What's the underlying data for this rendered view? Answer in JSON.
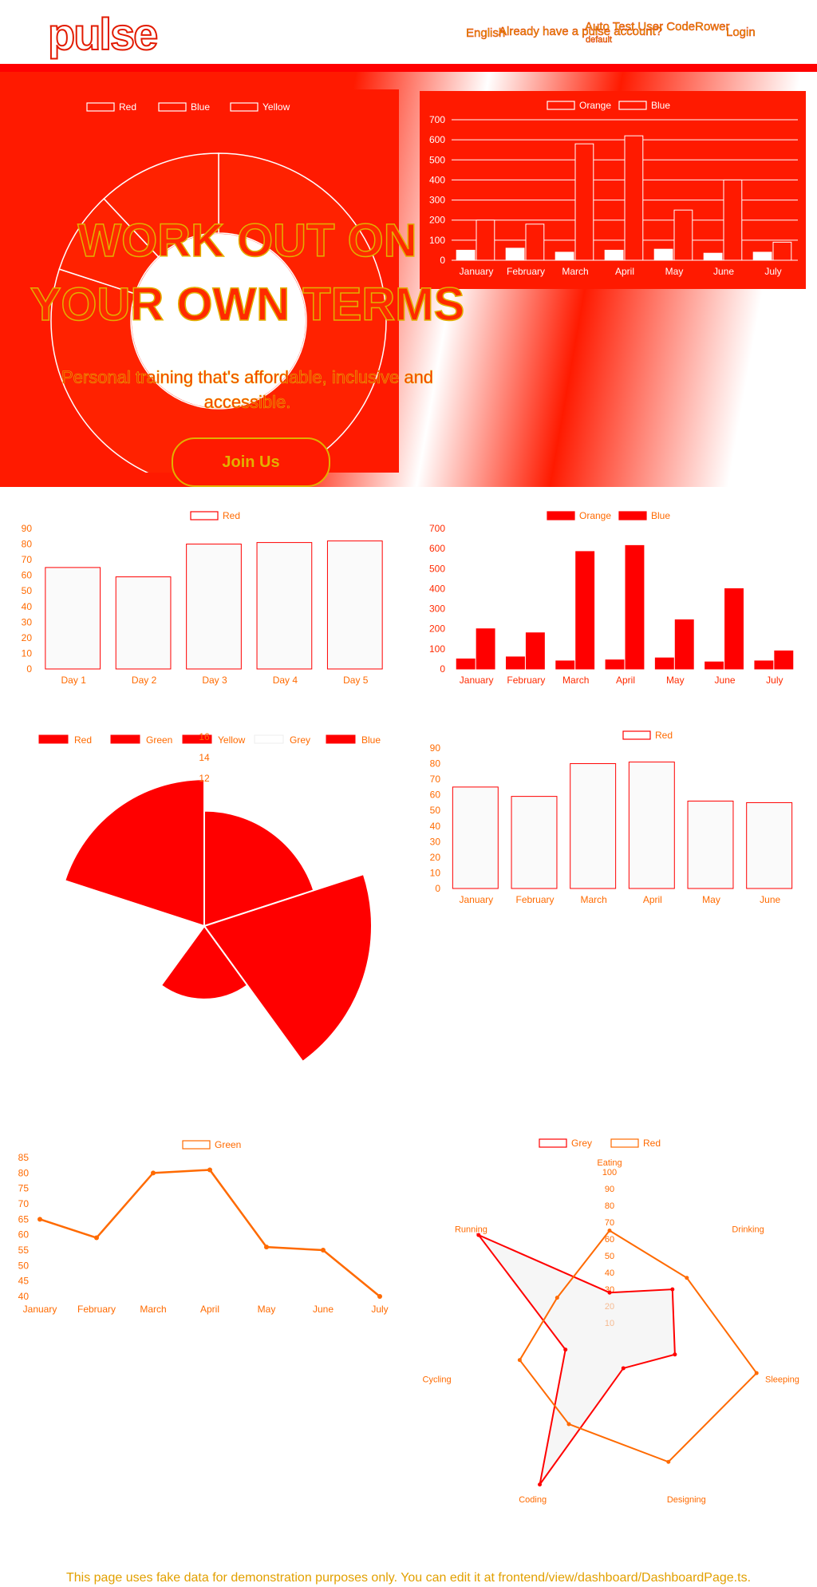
{
  "header": {
    "logo": "pulse",
    "language": "English",
    "account_prompt": "Already have a pulse account?",
    "user_name": "Auto Test User CodeRower",
    "user_role": "default",
    "login": "Login"
  },
  "hero": {
    "title_line1": "WORK OUT ON",
    "title_line2": "YOUR OWN TERMS",
    "subtitle_line1": "Personal training that's affordable, inclusive and",
    "subtitle_line2": "accessible.",
    "cta": "Join Us"
  },
  "colors": {
    "red": "#ff0000",
    "yellow": "#e2b000",
    "orange": "#ff6a00",
    "grey": "#f5f5f5"
  },
  "footer": {
    "text": "This page uses fake data for demonstration purposes only. You can edit it at frontend/view/dashboard/DashboardPage.ts."
  },
  "chart_data": [
    {
      "type": "pie",
      "chart": "donut",
      "legend": [
        "Red",
        "Blue",
        "Yellow"
      ],
      "values": [
        80,
        8,
        12
      ]
    },
    {
      "type": "bar",
      "legend": [
        "Orange",
        "Blue"
      ],
      "categories": [
        "January",
        "February",
        "March",
        "April",
        "May",
        "June",
        "July"
      ],
      "series": [
        {
          "name": "Orange",
          "values": [
            50,
            60,
            40,
            50,
            55,
            35,
            40
          ]
        },
        {
          "name": "Blue",
          "values": [
            200,
            180,
            580,
            620,
            250,
            400,
            90
          ]
        }
      ],
      "ylim": [
        0,
        700
      ],
      "yticks": [
        0,
        100,
        200,
        300,
        400,
        500,
        600,
        700
      ]
    },
    {
      "type": "bar",
      "legend": [
        "Red"
      ],
      "categories": [
        "Day 1",
        "Day 2",
        "Day 3",
        "Day 4",
        "Day 5"
      ],
      "values": [
        65,
        59,
        80,
        81,
        82
      ],
      "ylim": [
        0,
        90
      ],
      "yticks": [
        0,
        10,
        20,
        30,
        40,
        50,
        60,
        70,
        80,
        90
      ]
    },
    {
      "type": "bar",
      "legend": [
        "Orange",
        "Blue"
      ],
      "categories": [
        "January",
        "February",
        "March",
        "April",
        "May",
        "June",
        "July"
      ],
      "series": [
        {
          "name": "Orange",
          "values": [
            50,
            60,
            40,
            45,
            55,
            35,
            40
          ]
        },
        {
          "name": "Blue",
          "values": [
            200,
            180,
            585,
            615,
            245,
            400,
            90
          ]
        }
      ],
      "ylim": [
        0,
        700
      ],
      "yticks": [
        0,
        100,
        200,
        300,
        400,
        500,
        600,
        700
      ]
    },
    {
      "type": "polarArea",
      "legend": [
        "Red",
        "Green",
        "Yellow",
        "Grey",
        "Blue"
      ],
      "values": [
        11,
        16,
        7,
        3,
        14
      ],
      "colors": [
        "#ff0000",
        "#ff0000",
        "#ff0000",
        "#ffffff",
        "#ff0000"
      ],
      "rticks": [
        "12",
        "14",
        "16"
      ]
    },
    {
      "type": "bar",
      "legend": [
        "Red"
      ],
      "categories": [
        "January",
        "February",
        "March",
        "April",
        "May",
        "June"
      ],
      "values": [
        65,
        59,
        80,
        81,
        56,
        55
      ],
      "ylim": [
        0,
        90
      ],
      "yticks": [
        0,
        10,
        20,
        30,
        40,
        50,
        60,
        70,
        80,
        90
      ]
    },
    {
      "type": "line",
      "legend": [
        "Green"
      ],
      "categories": [
        "January",
        "February",
        "March",
        "April",
        "May",
        "June",
        "July"
      ],
      "values": [
        65,
        59,
        80,
        81,
        56,
        55,
        40
      ],
      "ylim": [
        40,
        85
      ],
      "yticks": [
        40,
        45,
        50,
        55,
        60,
        65,
        70,
        75,
        80,
        85
      ]
    },
    {
      "type": "radar",
      "legend": [
        "Grey",
        "Red"
      ],
      "axes": [
        "Eating",
        "Drinking",
        "Sleeping",
        "Designing",
        "Coding",
        "Cycling",
        "Running"
      ],
      "series": [
        {
          "name": "Grey",
          "values": [
            28,
            48,
            40,
            19,
            96,
            27,
            100
          ]
        },
        {
          "name": "Red",
          "values": [
            65,
            59,
            90,
            81,
            56,
            55,
            40
          ]
        }
      ],
      "rlim": [
        0,
        100
      ],
      "rticks": [
        10,
        20,
        30,
        40,
        50,
        60,
        70,
        80,
        90,
        100
      ]
    }
  ]
}
